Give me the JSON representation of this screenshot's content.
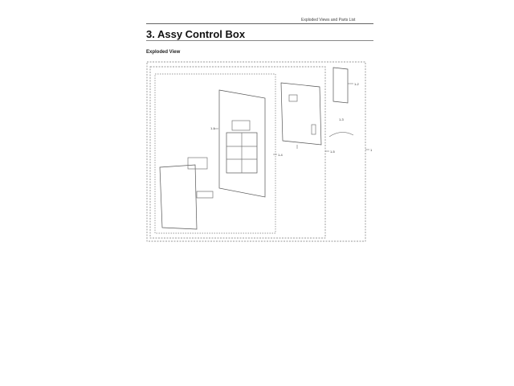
{
  "header": {
    "section": "Exploded Views and Parts List"
  },
  "page_title": "3.  Assy Control Box",
  "subtitle": "Exploded View",
  "diagram": {
    "part_labels": [
      "1-1",
      "1-2",
      "1-3",
      "1-4",
      "1-5",
      "1"
    ]
  }
}
